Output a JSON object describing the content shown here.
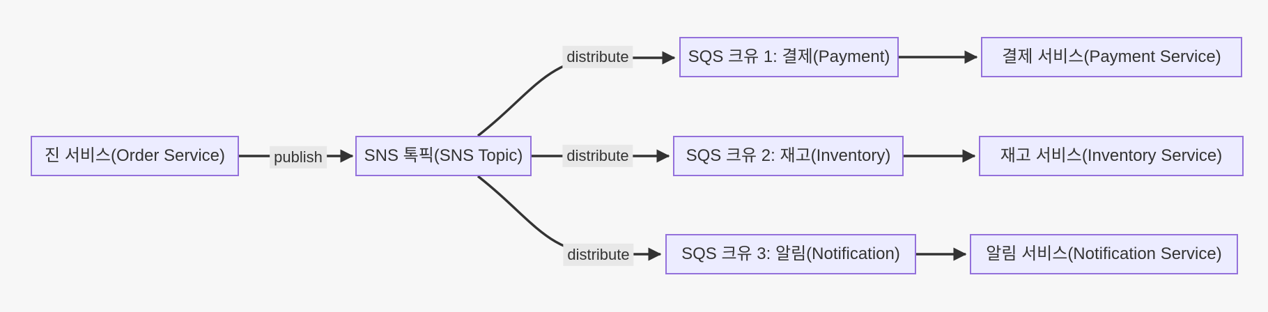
{
  "diagram": {
    "type": "flowchart-left-to-right",
    "background_color": "#f7f7f7",
    "node_fill_color": "#ececff",
    "node_border_color": "#9370db",
    "edge_color": "#333333",
    "edge_label_background_color": "#e8e8e8",
    "text_color": "#333333",
    "nodes": {
      "order_service": {
        "label": "진 서비스(Order Service)"
      },
      "sns_topic": {
        "label": "SNS 톡픽(SNS Topic)"
      },
      "sqs_queue_1": {
        "label": "SQS 크유 1: 결제(Payment)"
      },
      "sqs_queue_2": {
        "label": "SQS 크유 2: 재고(Inventory)"
      },
      "sqs_queue_3": {
        "label": "SQS 크유 3: 알림(Notification)"
      },
      "payment_service": {
        "label": "결제 서비스(Payment Service)"
      },
      "inventory_service": {
        "label": "재고 서비스(Inventory Service)"
      },
      "notification_service": {
        "label": "알림 서비스(Notification Service)"
      }
    },
    "edges": [
      {
        "from": "order_service",
        "to": "sns_topic",
        "label": "publish"
      },
      {
        "from": "sns_topic",
        "to": "sqs_queue_1",
        "label": "distribute"
      },
      {
        "from": "sns_topic",
        "to": "sqs_queue_2",
        "label": "distribute"
      },
      {
        "from": "sns_topic",
        "to": "sqs_queue_3",
        "label": "distribute"
      },
      {
        "from": "sqs_queue_1",
        "to": "payment_service",
        "label": ""
      },
      {
        "from": "sqs_queue_2",
        "to": "inventory_service",
        "label": ""
      },
      {
        "from": "sqs_queue_3",
        "to": "notification_service",
        "label": ""
      }
    ]
  }
}
